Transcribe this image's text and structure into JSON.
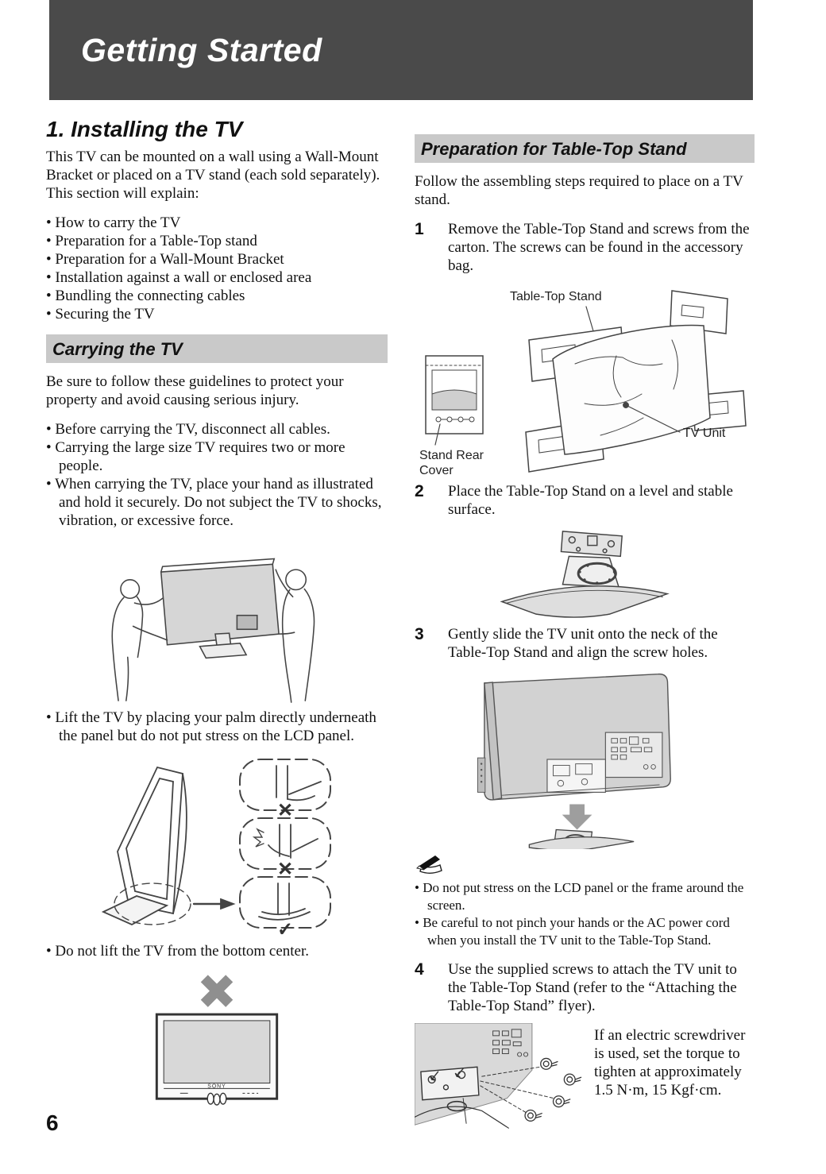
{
  "page": {
    "banner": "Getting Started",
    "number": "6"
  },
  "left": {
    "section_title": "1. Installing the TV",
    "intro": "This TV can be mounted on a wall using a Wall-Mount Bracket or placed on a TV stand (each sold separately). This section will explain:",
    "intro_bullets": [
      "How to carry the TV",
      "Preparation for a Table-Top stand",
      "Preparation for a Wall-Mount Bracket",
      "Installation against a wall or enclosed area",
      "Bundling the connecting cables",
      "Securing the TV"
    ],
    "carrying": {
      "header": "Carrying the TV",
      "intro": "Be sure to follow these guidelines to protect your property and avoid causing serious injury.",
      "bullets": [
        "Before carrying the TV, disconnect all cables.",
        "Carrying the large size TV requires two or more people.",
        "When carrying the TV, place your hand as illustrated and hold it securely. Do not subject the TV to shocks, vibration, or excessive force."
      ],
      "lift_bullet": "Lift the TV by placing your palm directly underneath the panel but do not put stress on the LCD panel.",
      "dont_lift_bullet": "Do not lift the TV from the bottom center.",
      "tv_logo": "SONY"
    }
  },
  "right": {
    "header": "Preparation for Table-Top Stand",
    "intro": "Follow the assembling steps required to place on a TV stand.",
    "steps": [
      {
        "num": "1",
        "text": "Remove the Table-Top Stand and screws from the carton. The screws can be found in the accessory bag."
      },
      {
        "num": "2",
        "text": "Place the Table-Top Stand on a level and stable surface."
      },
      {
        "num": "3",
        "text": "Gently slide the TV unit onto the neck of the Table-Top Stand and align the screw holes."
      },
      {
        "num": "4",
        "text": "Use the supplied screws to attach the TV unit to the Table-Top Stand (refer to the “Attaching the Table-Top Stand” flyer)."
      }
    ],
    "labels": {
      "table_top_stand": "Table-Top Stand",
      "stand_rear_cover_line1": "Stand Rear",
      "stand_rear_cover_line2": "Cover",
      "tv_unit": "TV Unit"
    },
    "notes": [
      "Do not put stress on the LCD panel or the frame around the screen.",
      "Be careful to not pinch your hands or the AC power cord when you install the TV unit to the Table-Top Stand."
    ],
    "step4_side_text": "If an electric screwdriver is used, set the torque to tighten at approximately 1.5 N·m, 15 Kgf·cm."
  },
  "icons": {
    "cross_mark": "✕",
    "check_mark": "✓"
  },
  "colors": {
    "banner_bg": "#4a4a4a",
    "section_header_bg": "#c9c9c9",
    "cross_gray": "#8f8f8f",
    "illustration_gray": "#d6d6d6"
  }
}
